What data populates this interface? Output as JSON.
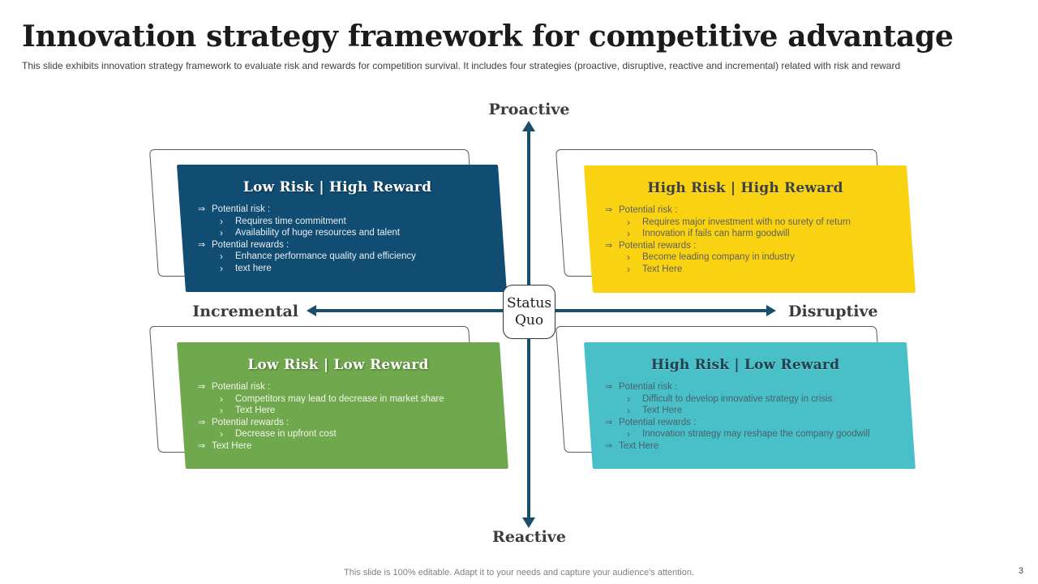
{
  "slide": {
    "title": "Innovation strategy framework for competitive advantage",
    "subtitle": "This slide exhibits innovation strategy framework to evaluate risk and rewards for competition survival. It includes four strategies (proactive, disruptive, reactive and incremental) related with risk and reward",
    "footer": "This slide is 100% editable. Adapt it to your needs and capture your audience's attention.",
    "page_number": "3"
  },
  "axes": {
    "top_label": "Proactive",
    "bottom_label": "Reactive",
    "left_label": "Incremental",
    "right_label": "Disruptive",
    "center_label": "Status Quo",
    "line_color": "#184f6d"
  },
  "bullets": {
    "level1_marker": "⇒",
    "level2_marker": "›"
  },
  "quadrants": [
    {
      "position": "top-left",
      "title": "Low Risk | High Reward",
      "color": "#114d72",
      "title_color": "#ffffff",
      "text_color": "#e9edf0",
      "items": [
        {
          "level": 1,
          "text": "Potential risk :"
        },
        {
          "level": 2,
          "text": "Requires time commitment"
        },
        {
          "level": 2,
          "text": "Availability of huge resources and talent"
        },
        {
          "level": 1,
          "text": "Potential rewards :"
        },
        {
          "level": 2,
          "text": "Enhance performance quality and efficiency"
        },
        {
          "level": 2,
          "text": "text here"
        }
      ]
    },
    {
      "position": "top-right",
      "title": "High Risk | High Reward",
      "color": "#f9d211",
      "title_color": "#3f3f3f",
      "text_color": "#60605a",
      "items": [
        {
          "level": 1,
          "text": "Potential risk :"
        },
        {
          "level": 2,
          "text": "Requires major investment with no surety of return"
        },
        {
          "level": 2,
          "text": "Innovation if fails can harm goodwill"
        },
        {
          "level": 1,
          "text": "Potential rewards :"
        },
        {
          "level": 2,
          "text": "Become leading company in industry"
        },
        {
          "level": 2,
          "text": "Text Here"
        }
      ]
    },
    {
      "position": "bottom-left",
      "title": "Low Risk | Low Reward",
      "color": "#70a94d",
      "title_color": "#ffffff",
      "text_color": "#f2f5ec",
      "items": [
        {
          "level": 1,
          "text": "Potential risk :"
        },
        {
          "level": 2,
          "text": "Competitors may lead to decrease in market share"
        },
        {
          "level": 2,
          "text": "Text Here"
        },
        {
          "level": 1,
          "text": "Potential rewards :"
        },
        {
          "level": 2,
          "text": "Decrease in upfront cost"
        },
        {
          "level": 1,
          "text": "Text Here"
        }
      ]
    },
    {
      "position": "bottom-right",
      "title": "High Risk | Low Reward",
      "color": "#49bfc8",
      "title_color": "#24424d",
      "text_color": "#47636b",
      "items": [
        {
          "level": 1,
          "text": "Potential risk :"
        },
        {
          "level": 2,
          "text": "Difficult to develop innovative strategy in crisis"
        },
        {
          "level": 2,
          "text": "Text Here"
        },
        {
          "level": 1,
          "text": "Potential rewards :"
        },
        {
          "level": 2,
          "text": "Innovation strategy may reshape the company goodwill"
        },
        {
          "level": 1,
          "text": "Text Here"
        }
      ]
    }
  ]
}
